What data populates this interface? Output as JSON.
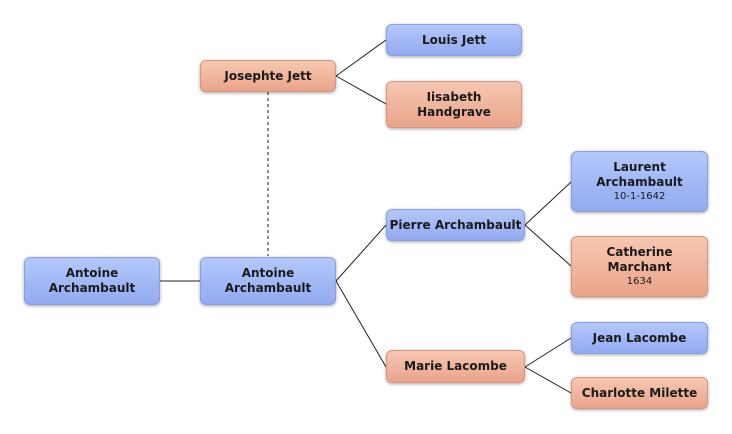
{
  "colors": {
    "male_node": "#a3b9f6",
    "female_node": "#f1b59d",
    "connector_line": "#222222",
    "dotted_line": "#666666"
  },
  "people": {
    "antoine_root": {
      "name": "Antoine Archambault",
      "gender": "male"
    },
    "antoine_center": {
      "name": "Antoine Archambault",
      "gender": "male"
    },
    "josephte": {
      "name": "Josephte Jett",
      "gender": "female"
    },
    "louis": {
      "name": "Louis Jett",
      "gender": "male"
    },
    "isabeth": {
      "name": "Iisabeth Handgrave",
      "gender": "female"
    },
    "pierre": {
      "name": "Pierre Archambault",
      "gender": "male"
    },
    "marie": {
      "name": "Marie Lacombe",
      "gender": "female"
    },
    "laurent": {
      "name": "Laurent Archambault",
      "detail": "10-1-1642",
      "gender": "male"
    },
    "catherine": {
      "name": "Catherine Marchant",
      "detail": "1634",
      "gender": "female"
    },
    "jean": {
      "name": "Jean Lacombe",
      "gender": "male"
    },
    "charlotte": {
      "name": "Charlotte Milette",
      "gender": "female"
    }
  }
}
